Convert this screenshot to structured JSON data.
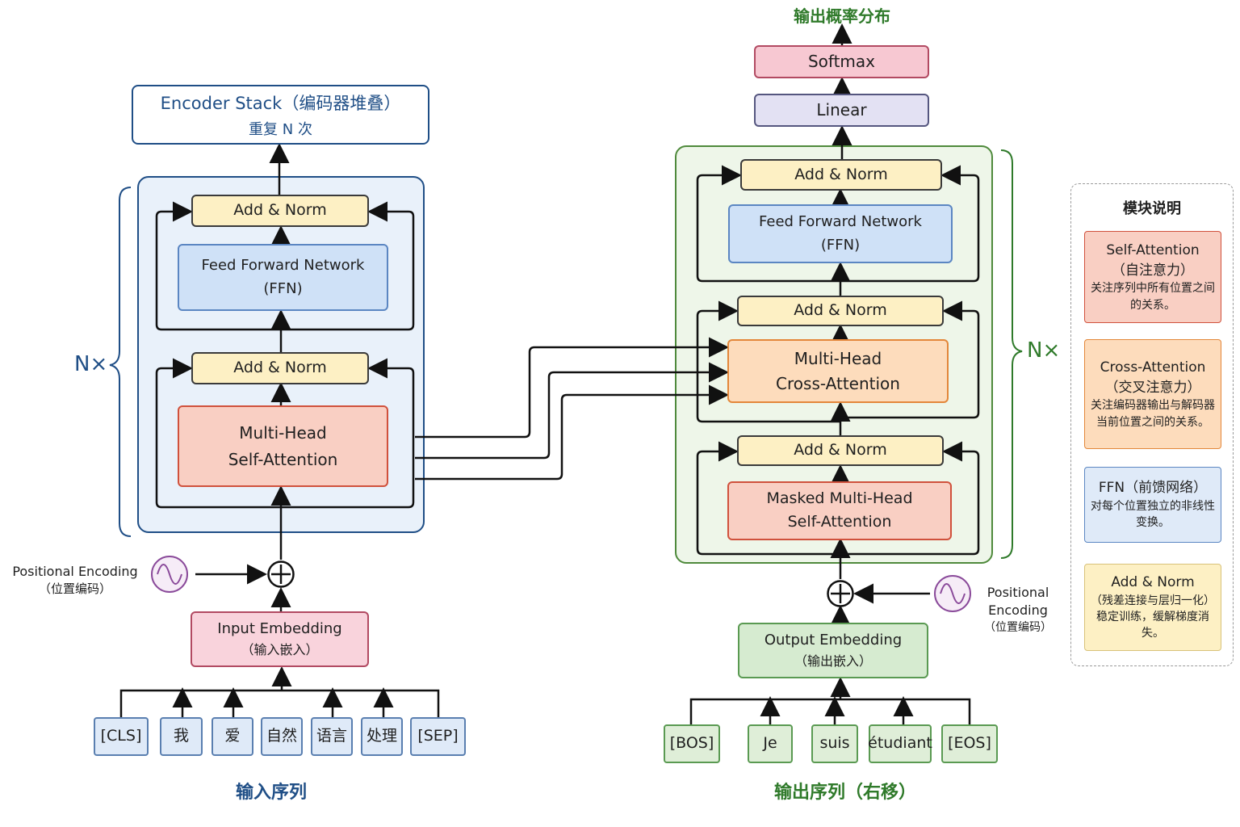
{
  "title_top": "输出概率分布",
  "encoder": {
    "title": "Encoder Stack（编码器堆叠）",
    "subtitle": "重复 N 次",
    "nx": "N×",
    "add_norm_top": "Add & Norm",
    "ffn_line1": "Feed Forward Network",
    "ffn_line2": "(FFN)",
    "add_norm_bottom": "Add & Norm",
    "attn_line1": "Multi-Head",
    "attn_line2": "Self-Attention",
    "input_embedding_line1": "Input Embedding",
    "input_embedding_line2": "（输入嵌入）",
    "pos_enc_line1": "Positional Encoding",
    "pos_enc_line2": "（位置编码）",
    "tokens": [
      "[CLS]",
      "我",
      "爱",
      "自然",
      "语言",
      "处理",
      "[SEP]"
    ],
    "sequence_label": "输入序列"
  },
  "decoder": {
    "nx": "N×",
    "softmax": "Softmax",
    "linear": "Linear",
    "add_norm_1": "Add & Norm",
    "ffn_line1": "Feed Forward Network",
    "ffn_line2": "(FFN)",
    "add_norm_2": "Add & Norm",
    "cross_line1": "Multi-Head",
    "cross_line2": "Cross-Attention",
    "add_norm_3": "Add & Norm",
    "masked_line1": "Masked Multi-Head",
    "masked_line2": "Self-Attention",
    "output_embedding_line1": "Output Embedding",
    "output_embedding_line2": "（输出嵌入）",
    "pos_enc_line1": "Positional",
    "pos_enc_line2": "Encoding",
    "pos_enc_line3": "（位置编码）",
    "tokens": [
      "[BOS]",
      "Je",
      "suis",
      "étudiant",
      "[EOS]"
    ],
    "sequence_label": "输出序列（右移）"
  },
  "legend": {
    "title": "模块说明",
    "items": [
      {
        "name": "Self-Attention",
        "name_cn": "（自注意力）",
        "desc": "关注序列中所有位置之间的关系。"
      },
      {
        "name": "Cross-Attention",
        "name_cn": "（交叉注意力）",
        "desc": "关注编码器输出与解码器当前位置之间的关系。"
      },
      {
        "name": "FFN（前馈网络）",
        "name_cn": "",
        "desc": "对每个位置独立的非线性变换。"
      },
      {
        "name": "Add & Norm",
        "name_cn": "（残差连接与层归一化）",
        "desc": "稳定训练，缓解梯度消失。"
      }
    ]
  },
  "colors": {
    "encoder_blue": "#1f4e86",
    "decoder_green": "#2f7a2a",
    "add_norm_fill": "#fdf0c4",
    "ffn_fill": "#cfe1f7",
    "self_attn_fill": "#f9cfc3",
    "cross_attn_fill": "#fddcbc",
    "input_emb_fill": "#f9d3dc",
    "output_emb_fill": "#d6ebd0",
    "linear_fill": "#e3e1f3",
    "softmax_fill": "#f7c8d2"
  }
}
